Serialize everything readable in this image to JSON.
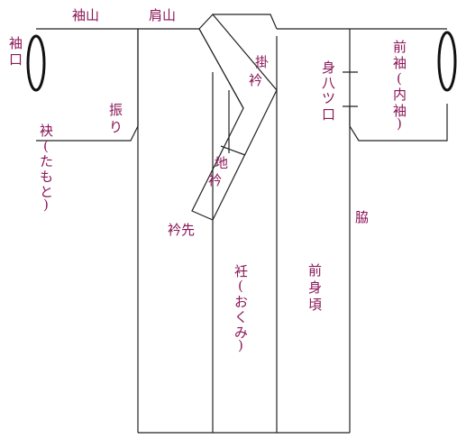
{
  "labels": {
    "sode_yama": "袖山",
    "kata_yama": "肩山",
    "sode_guchi": [
      "袖",
      "口"
    ],
    "kake_eri": [
      "掛",
      "衿"
    ],
    "mi_yatsuguchi": [
      "身",
      "八",
      "ツ",
      "口"
    ],
    "mae_sode": [
      "前",
      "袖",
      "(",
      "内",
      "袖",
      ")"
    ],
    "furi": [
      "振",
      "り"
    ],
    "tamoto": [
      "袂",
      "(",
      "た",
      "も",
      "と",
      ")"
    ],
    "ji_eri": [
      "地",
      "衿"
    ],
    "eri_saki": "衿先",
    "waki": "脇",
    "okumi": [
      "衽",
      "(",
      "お",
      "く",
      "み",
      ")"
    ],
    "mae_migoro": [
      "前",
      "身",
      "頃"
    ]
  },
  "colors": {
    "label": "#8a1657",
    "line": "#222222"
  }
}
